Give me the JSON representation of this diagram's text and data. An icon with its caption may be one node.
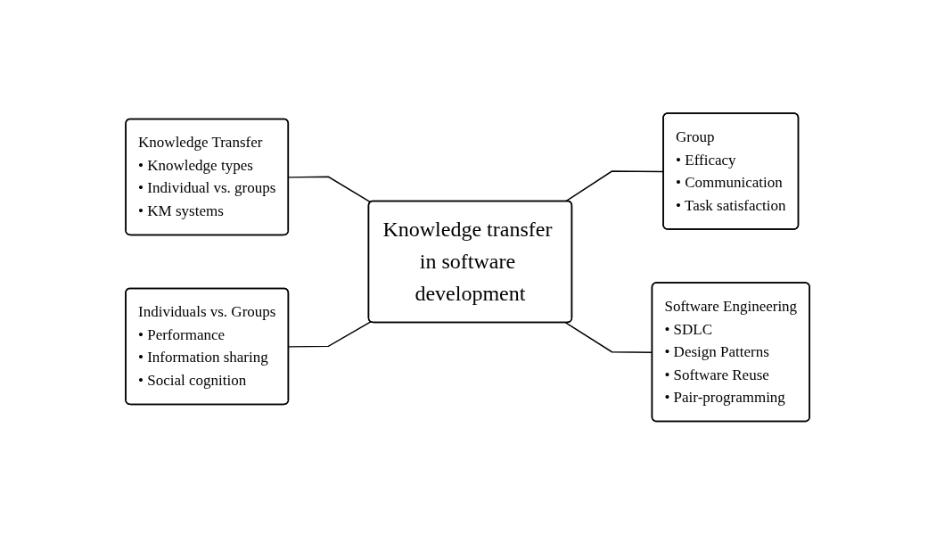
{
  "diagram": {
    "nodes": [
      {
        "text": [
          "Knowledge Transfer",
          "• Knowledge types",
          "• Individual vs. groups",
          "• KM systems"
        ]
      },
      {
        "text": [
          "Group",
          "• Efficacy",
          "• Communication",
          "• Task satisfaction"
        ]
      },
      {
        "text": [
          "Knowledge transfer in software development"
        ]
      },
      {
        "text": [
          "Individuals vs. Groups",
          "• Performance",
          "• Information sharing",
          "• Social cognition"
        ]
      },
      {
        "text": [
          "Software Engineering",
          "• SDLC",
          "• Design Patterns",
          "• Software Reuse",
          "• Pair-programming"
        ]
      }
    ],
    "edges": [
      {
        "from": 0,
        "to": 2,
        "arrow": "none"
      },
      {
        "from": 2,
        "to": 1,
        "arrow": "none"
      },
      {
        "from": 3,
        "to": 2,
        "arrow": "none"
      },
      {
        "from": 2,
        "to": 4,
        "arrow": "none"
      }
    ]
  }
}
